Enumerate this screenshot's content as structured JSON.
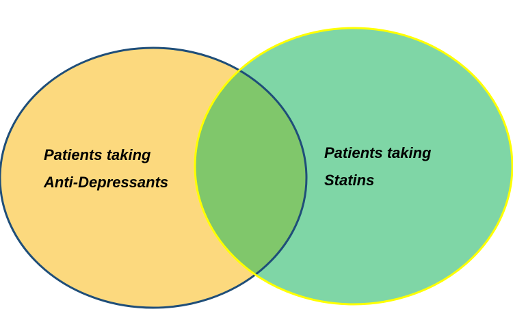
{
  "diagram": {
    "type": "venn",
    "sets": [
      {
        "line1": "Patients taking",
        "line2": "Anti-Depressants",
        "fill": "#FCD97E",
        "stroke": "#1F4E79"
      },
      {
        "line1": "Patients taking",
        "line2": "Statins",
        "fill": "#7FD6A6",
        "stroke": "#FFFF00"
      }
    ],
    "intersection_fill": "#80C76B"
  }
}
